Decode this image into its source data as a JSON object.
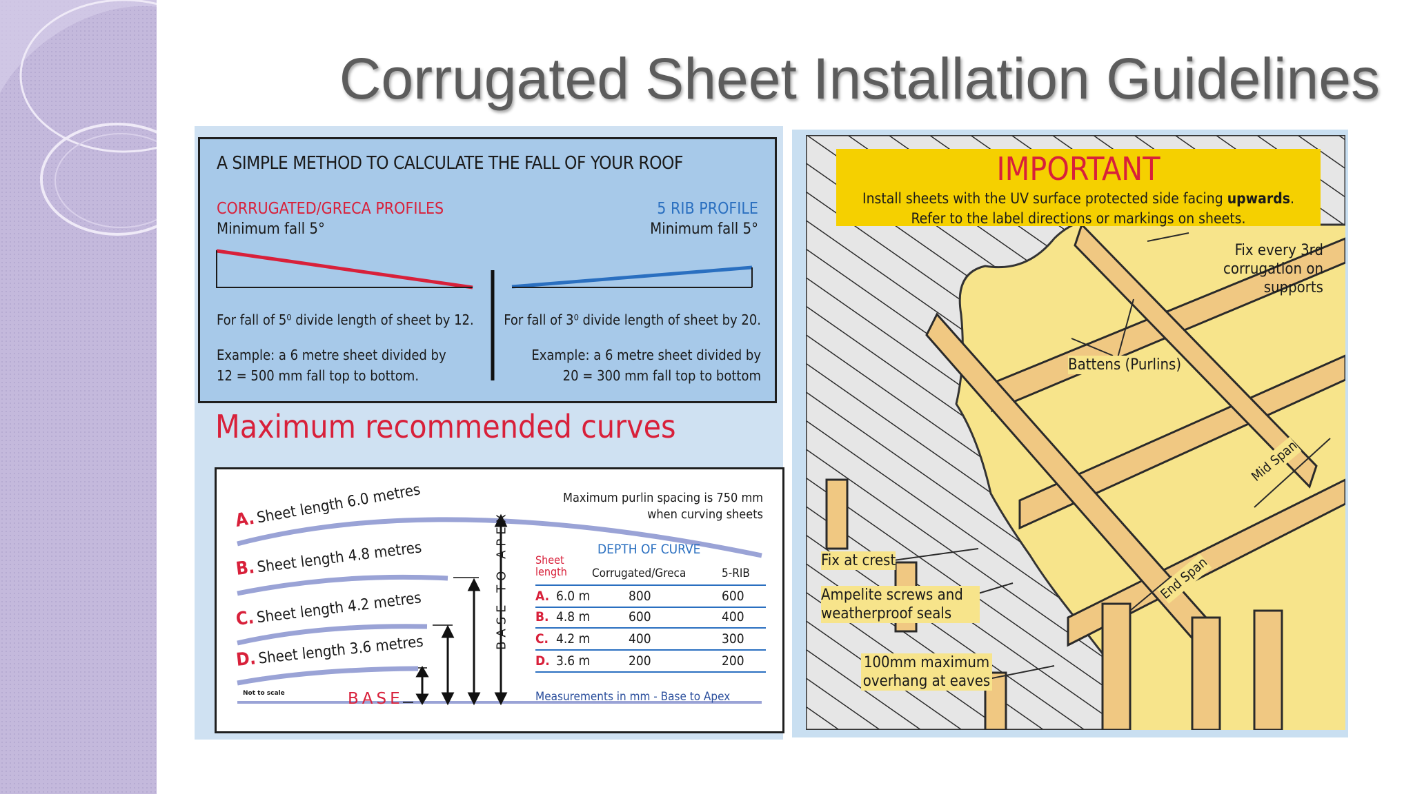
{
  "slide": {
    "title": "Corrugated Sheet Installation Guidelines"
  },
  "fall_box": {
    "heading": "A SIMPLE METHOD TO CALCULATE THE FALL OF YOUR ROOF",
    "left": {
      "profile": "CORRUGATED/GRECA PROFILES",
      "min_fall": "Minimum fall 5°",
      "rule": "For fall of 5⁰ divide length of sheet by 12.",
      "example": "Example: a 6 metre sheet divided by 12 = 500 mm fall top to bottom.",
      "color": "#d8203a"
    },
    "right": {
      "profile": "5 RIB PROFILE",
      "min_fall": "Minimum fall 5°",
      "rule": "For fall of 3⁰ divide length of sheet by 20.",
      "example": "Example: a 6 metre sheet divided by 20 = 300 mm fall top to bottom",
      "color": "#2a6fc0"
    }
  },
  "curves": {
    "title": "Maximum recommended curves",
    "purlin_note": "Maximum purlin spacing is 750 mm when curving sheets",
    "sheets": [
      {
        "letter": "A.",
        "label": "Sheet length 6.0 metres"
      },
      {
        "letter": "B.",
        "label": "Sheet length 4.8 metres"
      },
      {
        "letter": "C.",
        "label": "Sheet length 4.2 metres"
      },
      {
        "letter": "D.",
        "label": "Sheet length 3.6 metres"
      }
    ],
    "not_to_scale": "Not to scale",
    "base_label": "BASE",
    "apex_label": "BASE TO APEX",
    "table": {
      "title": "DEPTH OF CURVE",
      "sheet_length_header": "Sheet length",
      "col_corrugated": "Corrugated/Greca",
      "col_5rib": "5-RIB",
      "rows": [
        {
          "letter": "A.",
          "length": "6.0 m",
          "corrugated": "800",
          "rib": "600"
        },
        {
          "letter": "B.",
          "length": "4.8 m",
          "corrugated": "600",
          "rib": "400"
        },
        {
          "letter": "C.",
          "length": "4.2 m",
          "corrugated": "400",
          "rib": "300"
        },
        {
          "letter": "D.",
          "length": "3.6 m",
          "corrugated": "200",
          "rib": "200"
        }
      ],
      "footnote": "Measurements in mm - Base to Apex"
    }
  },
  "important": {
    "title": "IMPORTANT",
    "line1_prefix": "Install sheets with the UV surface protected side facing ",
    "line1_bold": "upwards",
    "line1_suffix": ".",
    "line2": "Refer to the label directions or markings on sheets.",
    "callouts": {
      "fix_every": "Fix every 3rd corrugation on supports",
      "battens": "Battens (Purlins)",
      "mid_span": "Mid Span",
      "end_span": "End Span",
      "fix_crest": "Fix at crest",
      "screws": "Ampelite screws and weatherproof seals",
      "overhang": "100mm maximum overhang at eaves"
    }
  }
}
